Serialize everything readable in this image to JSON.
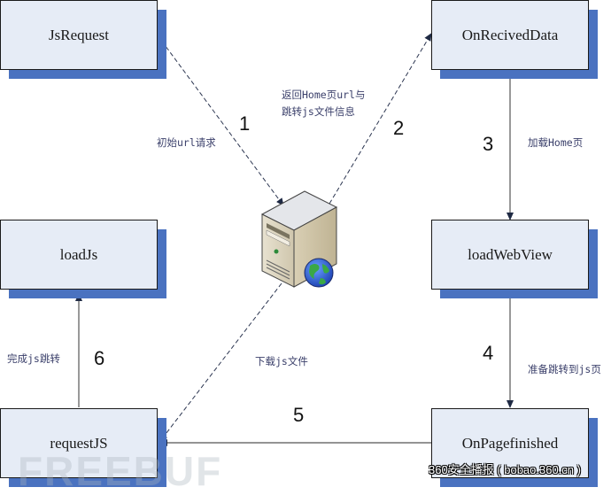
{
  "nodes": {
    "jsrequest": {
      "label": "JsRequest"
    },
    "onrecived": {
      "label": "OnRecivedData"
    },
    "loadjs": {
      "label": "loadJs"
    },
    "loadwebview": {
      "label": "loadWebView"
    },
    "requestjs": {
      "label": "requestJS"
    },
    "onpagefinished": {
      "label": "OnPagefinished"
    }
  },
  "server": {
    "icon": "server-globe-icon"
  },
  "steps": [
    {
      "num": "1",
      "label": "初始url请求"
    },
    {
      "num": "2",
      "label_line1": "返回Home页url与",
      "label_line2": "跳转js文件信息"
    },
    {
      "num": "3",
      "label": "加载Home页"
    },
    {
      "num": "4",
      "label": "准备跳转到js页"
    },
    {
      "num": "5",
      "label": "下载js文件"
    },
    {
      "num": "6",
      "label": "完成js跳转"
    }
  ],
  "colors": {
    "node_fill": "#e6ecf6",
    "shadow": "#4a72c0",
    "edge": "#2b3550",
    "label": "#3a3f6a"
  },
  "watermark": "FREEBUF",
  "credit": "360安全播报 ( bobao.360.cn )"
}
